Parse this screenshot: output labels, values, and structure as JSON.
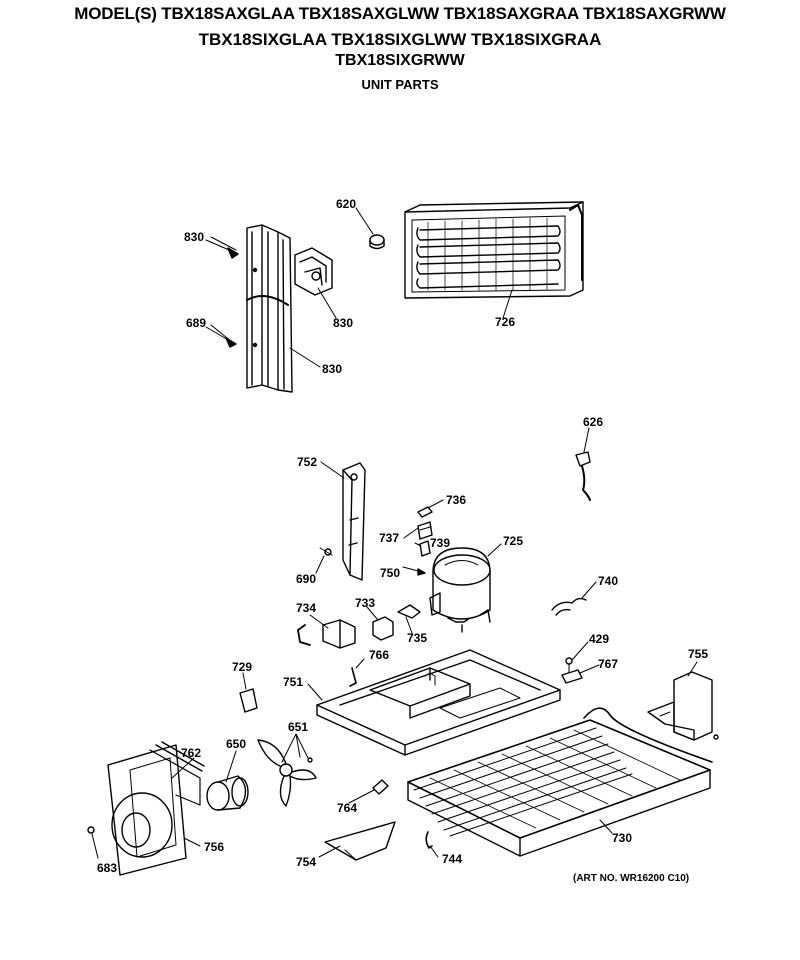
{
  "header": {
    "line1": "MODEL(S) TBX18SAXGLAA  TBX18SAXGLWW  TBX18SAXGRAA  TBX18SAXGRWW",
    "line2": "TBX18SIXGLAA  TBX18SIXGLWW  TBX18SIXGRAA",
    "line3": "TBX18SIXGRWW",
    "subtitle": "UNIT PARTS"
  },
  "art_number": "(ART NO. WR16200 C10)",
  "part_labels": {
    "p830a": "830",
    "p830b": "830",
    "p830c": "830",
    "p689": "689",
    "p620": "620",
    "p726": "726",
    "p626": "626",
    "p752": "752",
    "p736": "736",
    "p737": "737",
    "p739": "739",
    "p725": "725",
    "p750": "750",
    "p690": "690",
    "p740": "740",
    "p734": "734",
    "p733": "733",
    "p735": "735",
    "p429": "429",
    "p767": "767",
    "p755": "755",
    "p729": "729",
    "p766": "766",
    "p751": "751",
    "p651": "651",
    "p762": "762",
    "p650": "650",
    "p764": "764",
    "p730": "730",
    "p683": "683",
    "p756": "756",
    "p754": "754",
    "p744": "744"
  }
}
